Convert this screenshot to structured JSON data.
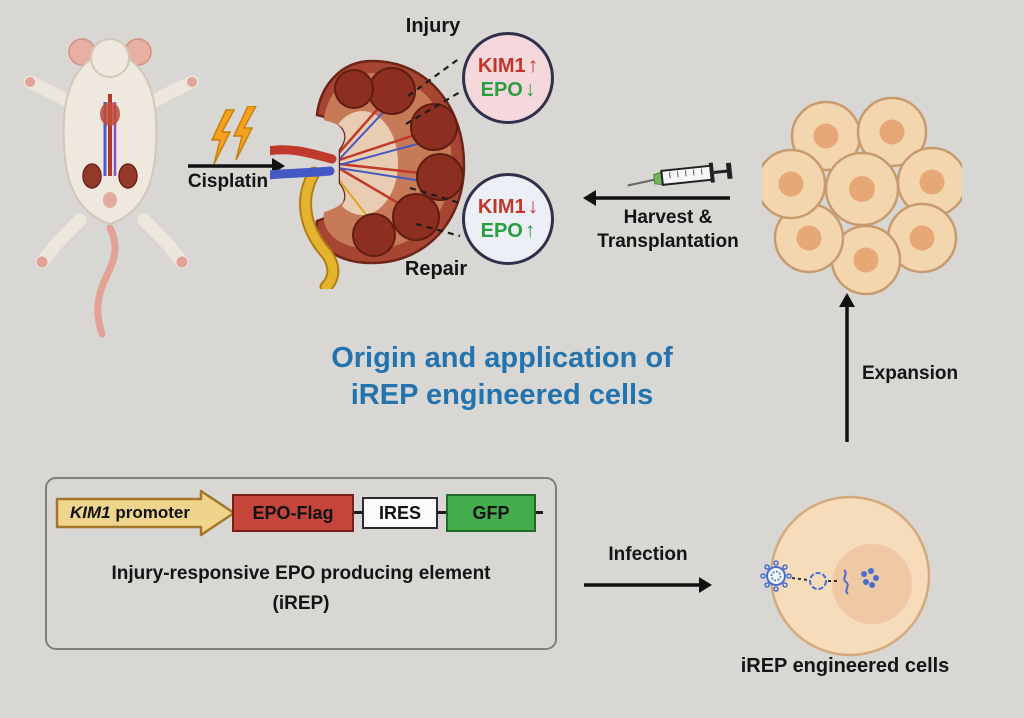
{
  "figure": {
    "title": {
      "line1": "Origin and application of",
      "line2": "iREP engineered cells"
    },
    "top_flow": {
      "cisplatin_label": "Cisplatin",
      "injury_label": "Injury",
      "repair_label": "Repair",
      "harvest_line1": "Harvest &",
      "harvest_line2": "Transplantation"
    },
    "injury_badge": {
      "items": [
        {
          "label": "KIM1",
          "arrow": "↑",
          "color": "#c4352a"
        },
        {
          "label": "EPO",
          "arrow": "↓",
          "color": "#2a9d3f"
        }
      ]
    },
    "repair_badge": {
      "items": [
        {
          "label": "KIM1",
          "arrow": "↓",
          "color": "#c4352a"
        },
        {
          "label": "EPO",
          "arrow": "↑",
          "color": "#2a9d3f"
        }
      ]
    },
    "right_flow": {
      "expansion_label": "Expansion",
      "infection_label": "Infection",
      "irep_cells_label": "iREP engineered cells"
    },
    "construct": {
      "promoter_gene": "KIM1",
      "promoter_word": "promoter",
      "epo_flag_label": "EPO-Flag",
      "ires_label": "IRES",
      "gfp_label": "GFP",
      "caption_line1": "Injury-responsive EPO producing element",
      "caption_line2": "(iREP)"
    },
    "colors": {
      "background": "#d9d7d4",
      "title_blue": "#2273ae",
      "kim1_red": "#c4352a",
      "epo_green": "#2a9d3f",
      "promoter_yellow": "#efd48c",
      "epo_flag_red": "#c5453a",
      "gfp_green": "#43ad4b",
      "cell_peach": "#f3d6ae",
      "kidney_red": "#a64532",
      "lightning_orange": "#f5a11c"
    }
  }
}
